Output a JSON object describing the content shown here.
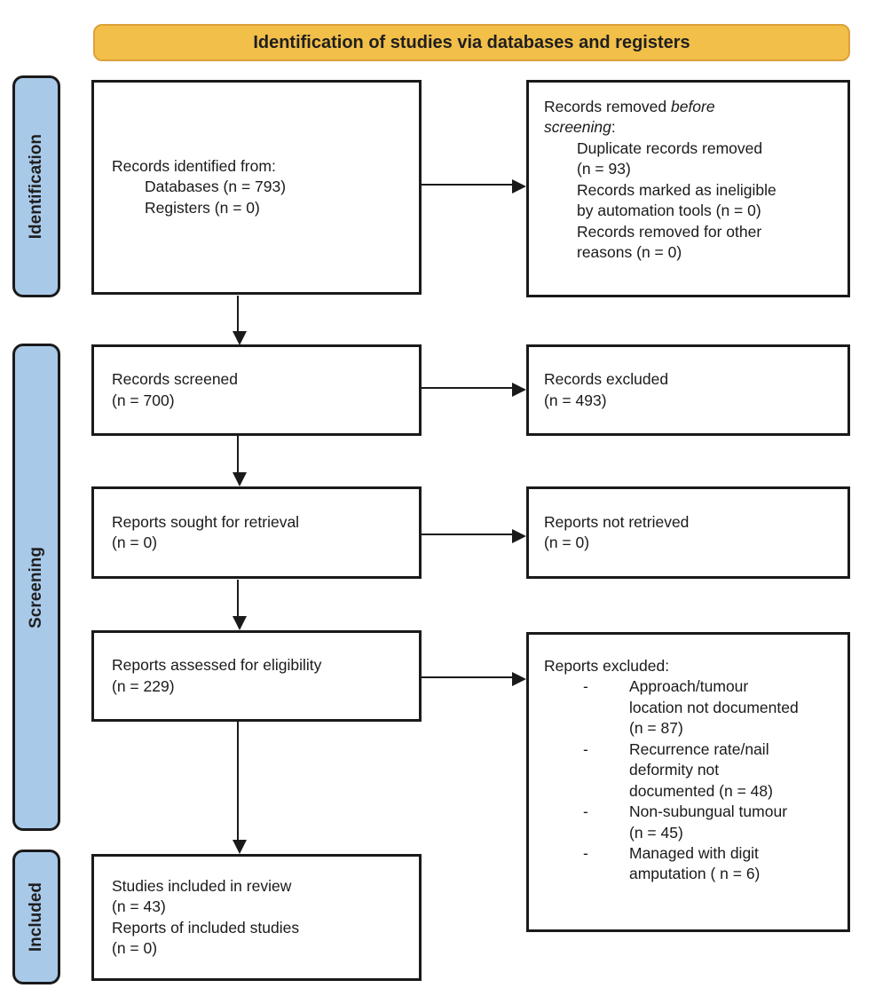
{
  "banner": {
    "title": "Identification of studies via databases and registers"
  },
  "colors": {
    "banner_fill": "#F2BF49",
    "banner_border": "#DCA13B",
    "stage_fill": "#A9C9E9",
    "outline": "#1A1A1A"
  },
  "stages": {
    "identification": "Identification",
    "screening": "Screening",
    "included": "Included"
  },
  "boxes": {
    "identified": {
      "title": "Records identified from:",
      "items": [
        "Databases (n = 793)",
        "Registers (n = 0)"
      ]
    },
    "removed": {
      "header": {
        "normal": "Records removed ",
        "italic_line1": "before",
        "italic_line2": "screening",
        "suffix": ":"
      },
      "items": [
        {
          "lines": [
            "Duplicate records removed",
            "(n = 93)"
          ]
        },
        {
          "lines": [
            "Records marked as ineligible",
            "by automation tools (n = 0)"
          ]
        },
        {
          "lines": [
            "Records removed for other",
            "reasons (n = 0)"
          ]
        }
      ]
    },
    "screened": {
      "lines": [
        "Records screened",
        "(n = 700)"
      ]
    },
    "records_excluded": {
      "lines": [
        "Records excluded",
        "(n = 493)"
      ]
    },
    "sought": {
      "lines": [
        "Reports sought for retrieval",
        "(n = 0)"
      ]
    },
    "not_retrieved": {
      "lines": [
        "Reports not retrieved",
        "(n = 0)"
      ]
    },
    "assessed": {
      "lines": [
        "Reports assessed for eligibility",
        "(n = 229)"
      ]
    },
    "reports_excluded": {
      "title": "Reports excluded:",
      "bullet": "-",
      "items": [
        {
          "lines": [
            "Approach/tumour",
            "location not documented",
            "(n = 87)"
          ]
        },
        {
          "lines": [
            "Recurrence rate/nail",
            "deformity not",
            "documented (n = 48)"
          ]
        },
        {
          "lines": [
            "Non-subungual tumour",
            "(n = 45)"
          ]
        },
        {
          "lines": [
            "Managed with digit",
            "amputation ( n = 6)"
          ]
        }
      ]
    },
    "included": {
      "lines": [
        "Studies included in review",
        "(n = 43)",
        "Reports of included studies",
        "(n = 0)"
      ]
    }
  }
}
